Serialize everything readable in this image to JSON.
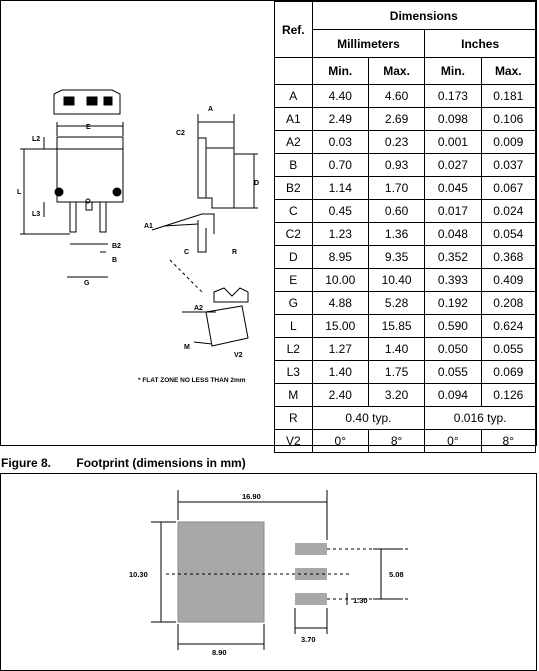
{
  "package_drawing": {
    "labels": {
      "A": "A",
      "A1": "A1",
      "A2": "A2",
      "B": "B",
      "B2": "B2",
      "C": "C",
      "C2": "C2",
      "D": "D",
      "E": "E",
      "G": "G",
      "L": "L",
      "L2": "L2",
      "L3": "L3",
      "M": "M",
      "R": "R",
      "V2": "V2"
    },
    "note": "* FLAT ZONE NO LESS THAN 2mm"
  },
  "table": {
    "header": {
      "ref": "Ref.",
      "dimensions": "Dimensions",
      "millimeters": "Millimeters",
      "inches": "Inches",
      "min": "Min.",
      "max": "Max."
    },
    "rows": [
      {
        "ref": "A",
        "mm_min": "4.40",
        "mm_max": "4.60",
        "in_min": "0.173",
        "in_max": "0.181"
      },
      {
        "ref": "A1",
        "mm_min": "2.49",
        "mm_max": "2.69",
        "in_min": "0.098",
        "in_max": "0.106"
      },
      {
        "ref": "A2",
        "mm_min": "0.03",
        "mm_max": "0.23",
        "in_min": "0.001",
        "in_max": "0.009"
      },
      {
        "ref": "B",
        "mm_min": "0.70",
        "mm_max": "0.93",
        "in_min": "0.027",
        "in_max": "0.037"
      },
      {
        "ref": "B2",
        "mm_min": "1.14",
        "mm_max": "1.70",
        "in_min": "0.045",
        "in_max": "0.067"
      },
      {
        "ref": "C",
        "mm_min": "0.45",
        "mm_max": "0.60",
        "in_min": "0.017",
        "in_max": "0.024"
      },
      {
        "ref": "C2",
        "mm_min": "1.23",
        "mm_max": "1.36",
        "in_min": "0.048",
        "in_max": "0.054"
      },
      {
        "ref": "D",
        "mm_min": "8.95",
        "mm_max": "9.35",
        "in_min": "0.352",
        "in_max": "0.368"
      },
      {
        "ref": "E",
        "mm_min": "10.00",
        "mm_max": "10.40",
        "in_min": "0.393",
        "in_max": "0.409"
      },
      {
        "ref": "G",
        "mm_min": "4.88",
        "mm_max": "5.28",
        "in_min": "0.192",
        "in_max": "0.208"
      },
      {
        "ref": "L",
        "mm_min": "15.00",
        "mm_max": "15.85",
        "in_min": "0.590",
        "in_max": "0.624"
      },
      {
        "ref": "L2",
        "mm_min": "1.27",
        "mm_max": "1.40",
        "in_min": "0.050",
        "in_max": "0.055"
      },
      {
        "ref": "L3",
        "mm_min": "1.40",
        "mm_max": "1.75",
        "in_min": "0.055",
        "in_max": "0.069"
      },
      {
        "ref": "M",
        "mm_min": "2.40",
        "mm_max": "3.20",
        "in_min": "0.094",
        "in_max": "0.126"
      }
    ],
    "r_row": {
      "ref": "R",
      "mm": "0.40 typ.",
      "in": "0.016 typ."
    },
    "v2_row": {
      "ref": "V2",
      "mm_min": "0°",
      "mm_max": "8°",
      "in_min": "0°",
      "in_max": "8°"
    }
  },
  "figure": {
    "number": "Figure 8.",
    "title": "Footprint (dimensions in mm)"
  },
  "footprint": {
    "width_total": "16.90",
    "height_pad": "10.30",
    "width_pad": "8.90",
    "pitch": "5.08",
    "lead_width": "1.30",
    "lead_length": "3.70"
  }
}
